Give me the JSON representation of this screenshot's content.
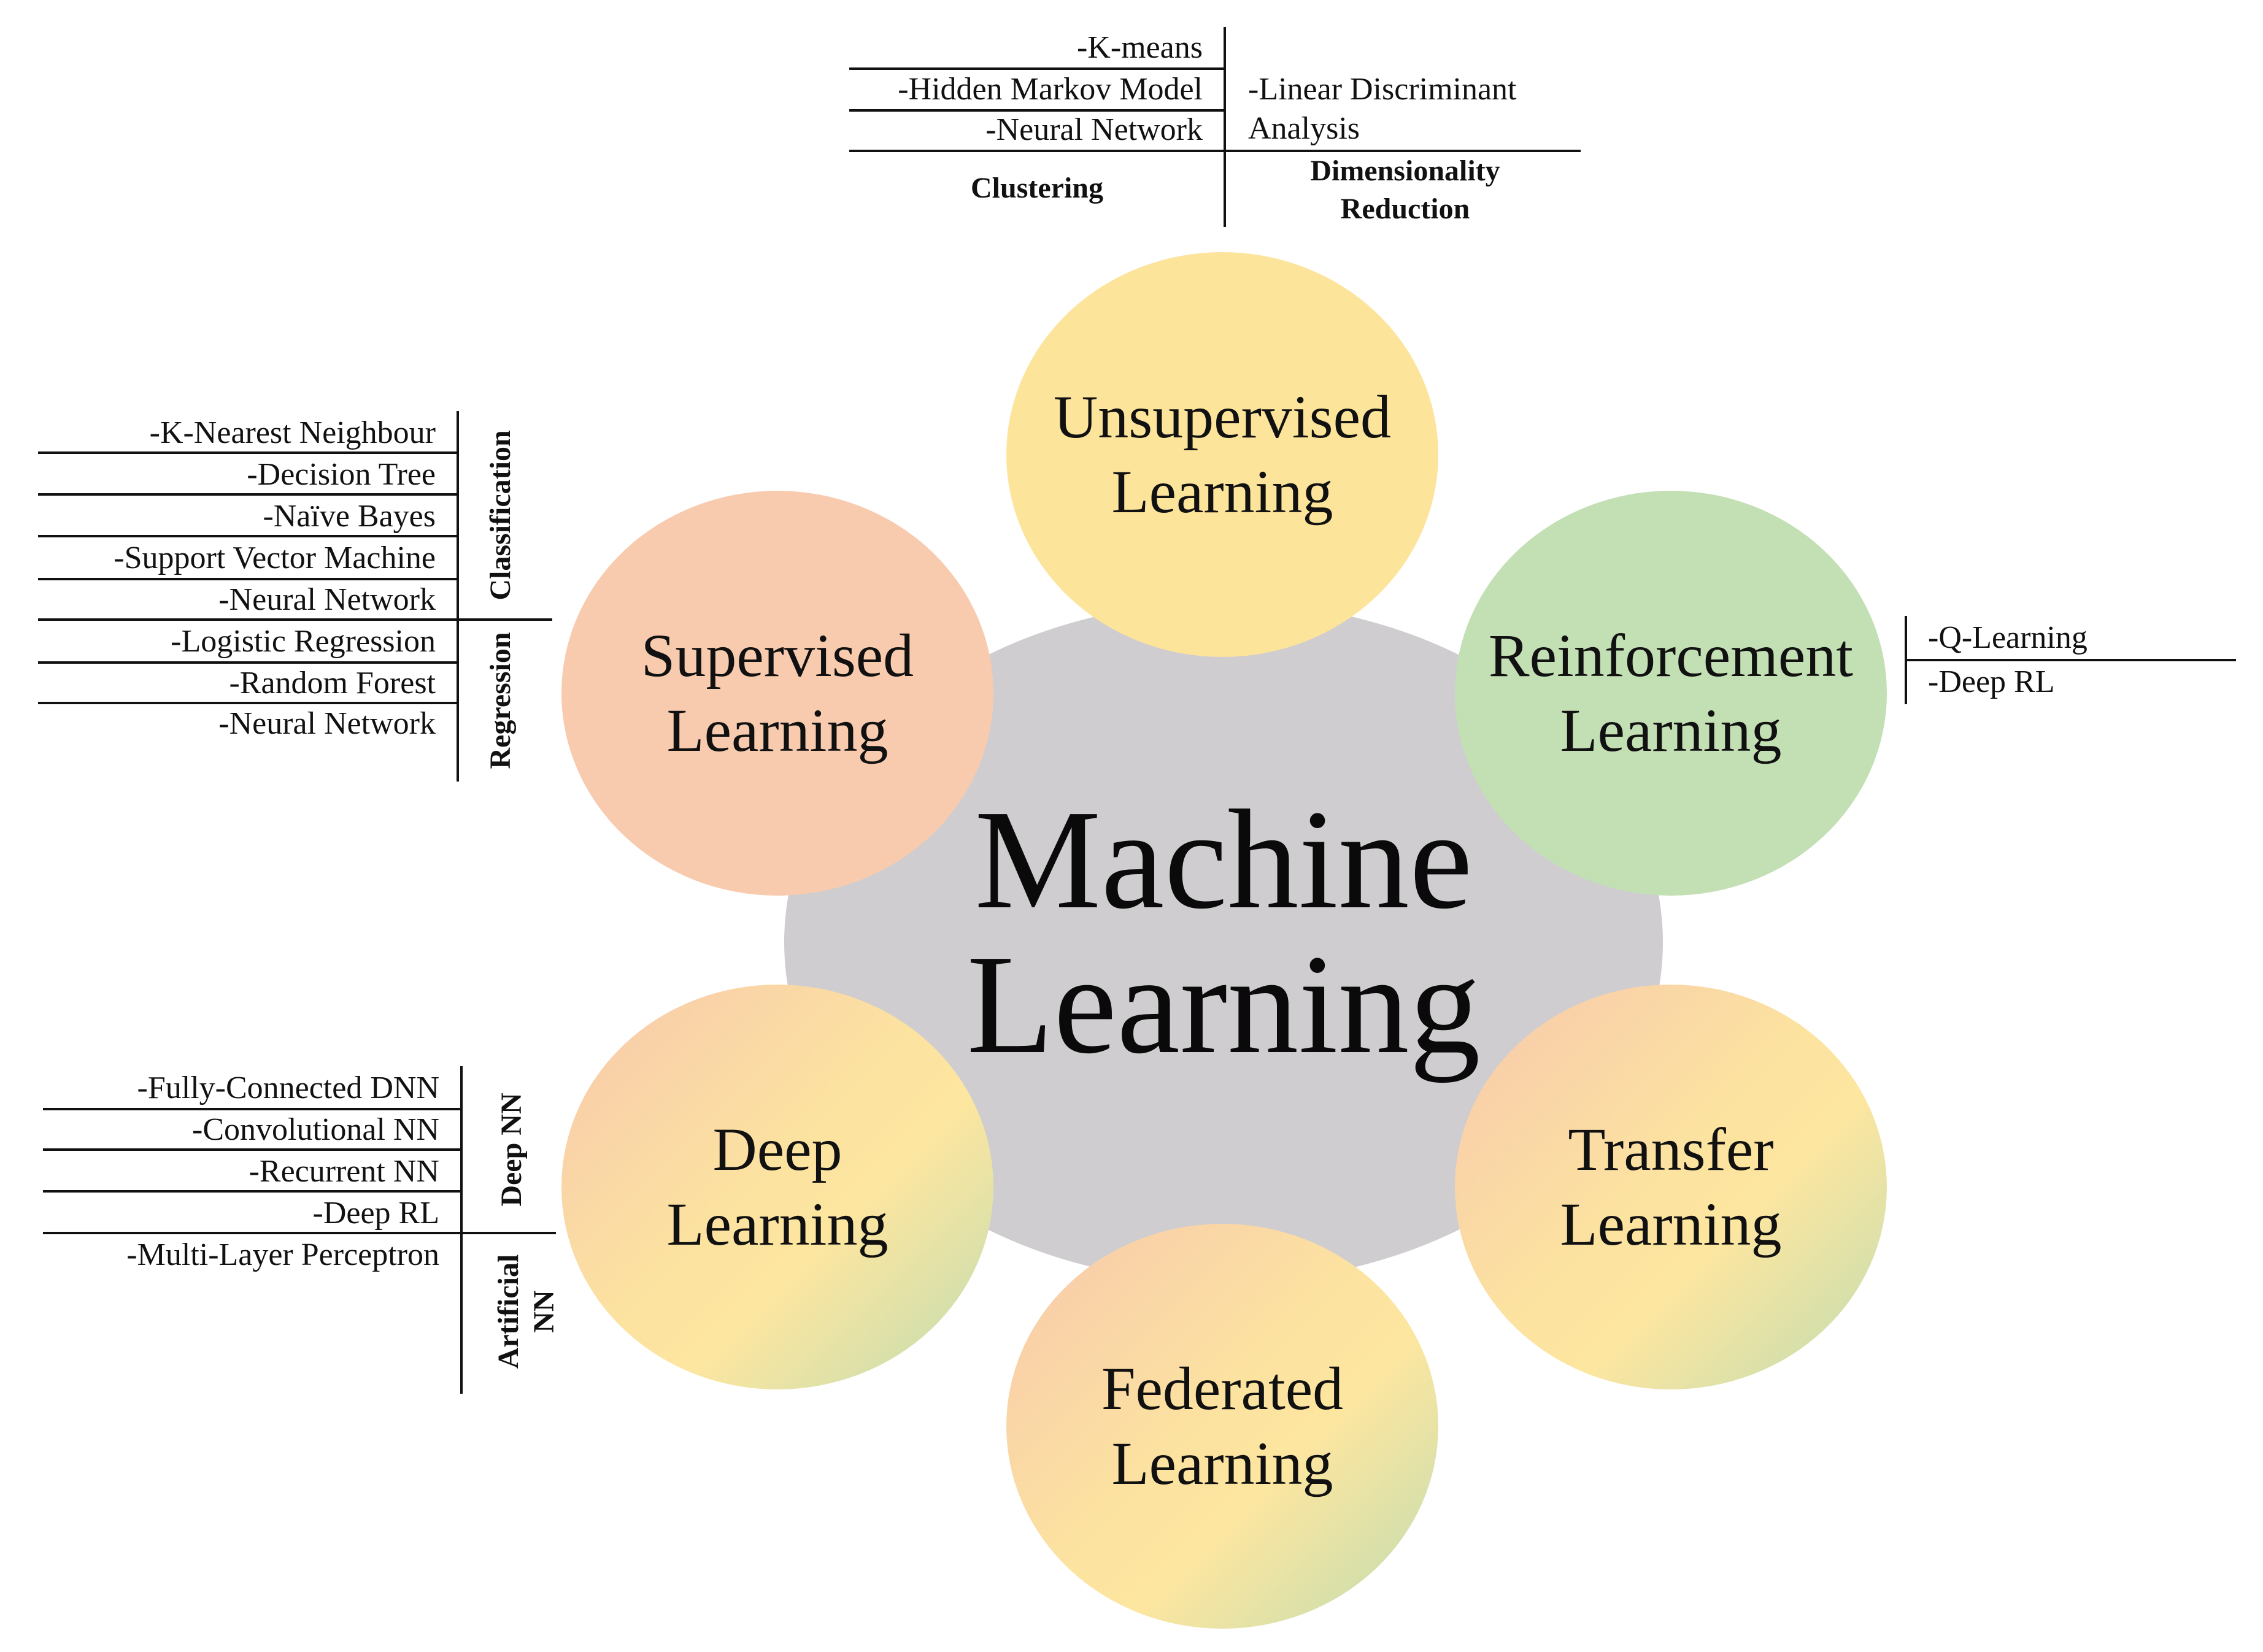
{
  "center": {
    "line1": "Machine",
    "line2": "Learning"
  },
  "bubbles": {
    "unsupervised": {
      "line1": "Unsupervised",
      "line2": "Learning"
    },
    "supervised": {
      "line1": "Supervised",
      "line2": "Learning"
    },
    "reinforcement": {
      "line1": "Reinforcement",
      "line2": "Learning"
    },
    "deep": {
      "line1": "Deep",
      "line2": "Learning"
    },
    "transfer": {
      "line1": "Transfer",
      "line2": "Learning"
    },
    "federated": {
      "line1": "Federated",
      "line2": "Learning"
    }
  },
  "unsupervised_table": {
    "clustering_items": [
      "-K-means",
      "-Hidden Markov Model",
      "-Neural Network"
    ],
    "clustering_header": "Clustering",
    "dim_items": [
      "-Linear Discriminant",
      "Analysis"
    ],
    "dim_header_line1": "Dimensionality",
    "dim_header_line2": "Reduction"
  },
  "supervised_table": {
    "classification_items": [
      "-K-Nearest Neighbour",
      "-Decision Tree",
      "-Naïve Bayes",
      "-Support Vector Machine",
      "-Neural Network"
    ],
    "classification_header": "Classification",
    "regression_items": [
      "-Logistic Regression",
      "-Random Forest",
      "-Neural Network"
    ],
    "regression_header": "Regression"
  },
  "reinforcement_table": {
    "items": [
      "-Q-Learning",
      "-Deep RL"
    ]
  },
  "deep_table": {
    "deepnn_items": [
      "-Fully-Connected DNN",
      "-Convolutional NN",
      "-Recurrent NN",
      "-Deep RL"
    ],
    "deepnn_header": "Deep NN",
    "ann_items": [
      "-Multi-Layer Perceptron"
    ],
    "ann_header_line1": "Artificial",
    "ann_header_line2": "NN"
  }
}
